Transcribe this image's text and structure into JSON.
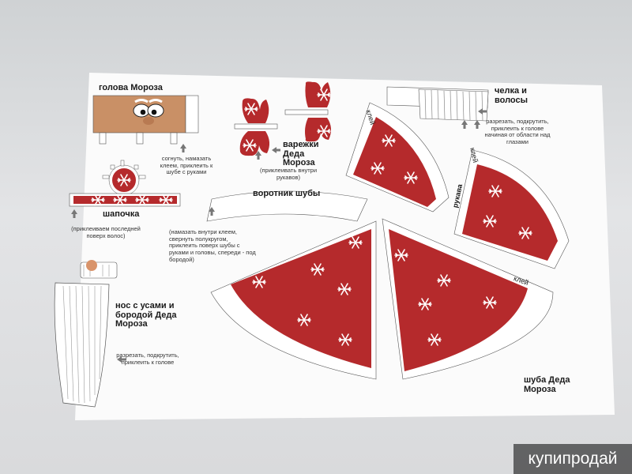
{
  "labels": {
    "head_title": "голова Мороза",
    "head_note": "согнуть, намазать клеем, приклеить к шубе с руками",
    "mittens_title": "варежки Деда Мороза",
    "mittens_note": "(приклеивать внутри рукавов)",
    "bangs_title": "челка и волосы",
    "bangs_note": "разрезать, подкрутить, приклеить к голове начиная от области над глазами",
    "hat_title": "шапочка",
    "hat_note": "(приклеиваем последней поверх волос)",
    "collar_title": "воротник шубы",
    "collar_note": "(намазать внутри клеем, свернуть полукругом, приклеить поверх шубы с руками и головы, спереди - под бородой)",
    "beard_title": "нос с усами и бородой Деда Мороза",
    "beard_note": "разрезать, подкрутить, приклеить к голове",
    "coat_title": "шуба Деда Мороза",
    "glue_1": "клей",
    "glue_2": "клей",
    "glue_3": "клей",
    "sleeve": "рукава"
  },
  "watermark": "купипродай",
  "colors": {
    "red": "#b52a2c",
    "paper": "#fbfbfb",
    "skin": "#c99066",
    "table": "#d9dadc"
  }
}
